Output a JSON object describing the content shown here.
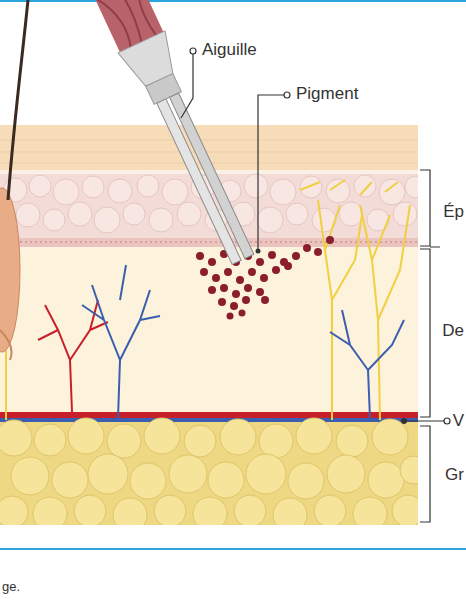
{
  "diagram": {
    "caption": "ge.",
    "labels": [
      "Aiguille",
      "Pigment",
      "Ép",
      "De",
      "V",
      "Gr"
    ]
  }
}
